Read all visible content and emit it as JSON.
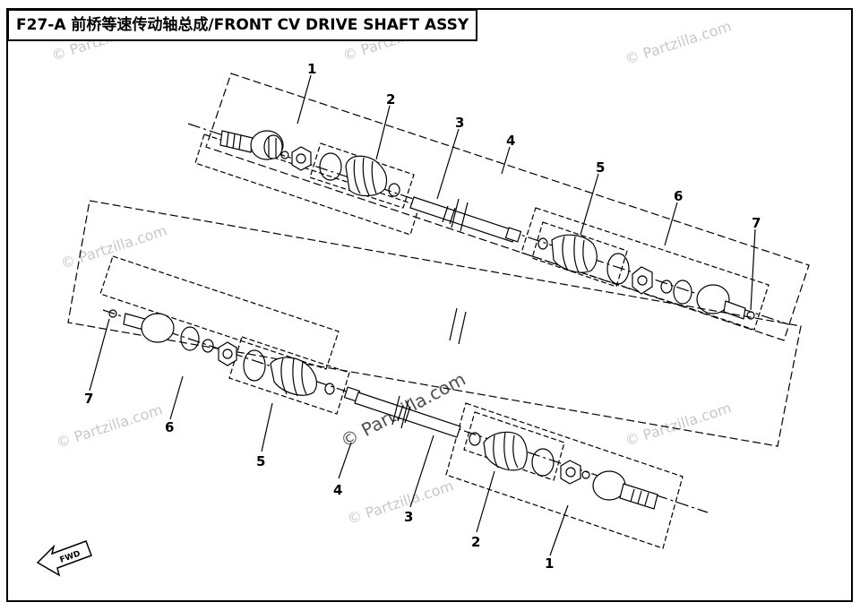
{
  "header": {
    "title": "F27-A 前桥等速传动轴总成/FRONT CV DRIVE SHAFT ASSY"
  },
  "watermarks": {
    "small": "© Partzilla.com",
    "center": "© Partzilla.com"
  },
  "fwd_label": "FWD",
  "callouts": {
    "upper_1": "1",
    "upper_2": "2",
    "upper_3": "3",
    "upper_4": "4",
    "upper_5": "5",
    "upper_6": "6",
    "upper_7": "7",
    "lower_1": "1",
    "lower_2": "2",
    "lower_3": "3",
    "lower_4": "4",
    "lower_5": "5",
    "lower_6": "6",
    "lower_7": "7"
  },
  "colors": {
    "line": "#000000",
    "watermark": "#c8c8c8",
    "background": "#ffffff"
  }
}
